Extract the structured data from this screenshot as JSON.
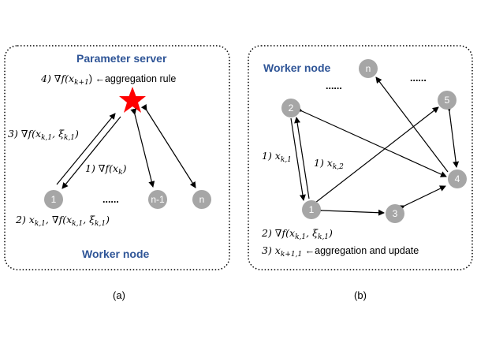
{
  "panel_a": {
    "title": "Parameter server",
    "subtitle": "Worker node",
    "caption": "(a)",
    "step4": "4) ∇f(x",
    "step4_sub": "k+1",
    "step4_rest": ") ←aggregation rule",
    "step3": "3) ∇f(x",
    "step3_sub": "k,1",
    "step3_mid": ", ξ",
    "step3_sub2": "k,1",
    "step3_end": ")",
    "step1": "1) ∇f(x",
    "step1_sub": "k",
    "step1_end": ")",
    "step2": "2) x",
    "step2_sub": "k,1",
    "step2_mid": ", ∇f(x",
    "step2_sub2": "k,1",
    "step2_mid2": ", ξ",
    "step2_sub3": "k,1",
    "step2_end": ")",
    "ellipsis": "......",
    "nodes": [
      "1",
      "n-1",
      "n"
    ]
  },
  "panel_b": {
    "title": "Worker node",
    "caption": "(b)",
    "step1a": "1) x",
    "step1a_sub": "k,1",
    "step1b": "1) x",
    "step1b_sub": "k,2",
    "step2": "2) ∇f(x",
    "step2_sub": "k,1",
    "step2_mid": ", ξ",
    "step2_sub2": "k,1",
    "step2_end": ")",
    "step3": "3) x",
    "step3_sub": "k+1,1",
    "step3_rest": " ←aggregation and update",
    "ellipsis": "......",
    "nodes": [
      "2",
      "n",
      "5",
      "4",
      "3",
      "1"
    ]
  },
  "colors": {
    "title_blue": "#2F5597",
    "node_gray": "#A6A6A6",
    "star_red": "#FF0000"
  }
}
